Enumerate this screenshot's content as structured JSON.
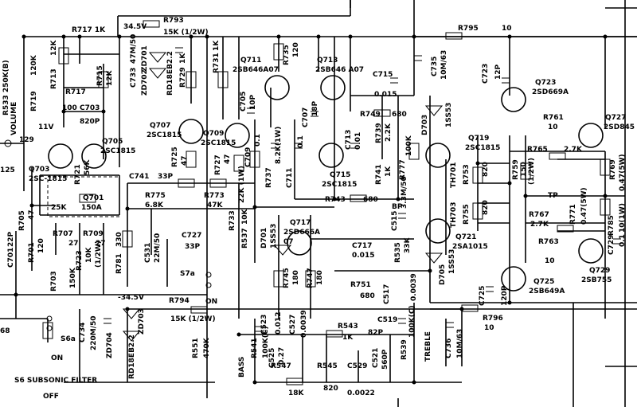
{
  "labels": [
    {
      "id": "r717a",
      "text": "R717  1K"
    },
    {
      "id": "v345top",
      "text": "34.5V"
    },
    {
      "id": "r793",
      "text": "R793"
    },
    {
      "id": "r793v",
      "text": "15K (1/2W)"
    },
    {
      "id": "r795",
      "text": "R795"
    },
    {
      "id": "r795v",
      "text": "10"
    },
    {
      "id": "r533",
      "text": "R533  250K(B)"
    },
    {
      "id": "volume",
      "text": "VOLUME"
    },
    {
      "id": "r713",
      "text": "R713"
    },
    {
      "id": "r713v",
      "text": "12K"
    },
    {
      "id": "r719",
      "text": "R719"
    },
    {
      "id": "r719v",
      "text": "120K"
    },
    {
      "id": "r717b",
      "text": "R717"
    },
    {
      "id": "r717bv",
      "text": "100"
    },
    {
      "id": "c703",
      "text": "C703"
    },
    {
      "id": "r715",
      "text": "R715"
    },
    {
      "id": "r715v",
      "text": "12K"
    },
    {
      "id": "c703v",
      "text": "820P"
    },
    {
      "id": "c733",
      "text": "C733"
    },
    {
      "id": "c733v",
      "text": "47M/50"
    },
    {
      "id": "zd701",
      "text": "ZD701"
    },
    {
      "id": "zd702",
      "text": "ZD702"
    },
    {
      "id": "rd",
      "text": "RD18EB2.2"
    },
    {
      "id": "r729",
      "text": "R729"
    },
    {
      "id": "r729v",
      "text": "1K"
    },
    {
      "id": "r731",
      "text": "R731"
    },
    {
      "id": "r731v",
      "text": "1K"
    },
    {
      "id": "q711",
      "text": "Q711"
    },
    {
      "id": "q711v",
      "text": "2SB646A07"
    },
    {
      "id": "r735",
      "text": "R735"
    },
    {
      "id": "r735v",
      "text": "120"
    },
    {
      "id": "q713",
      "text": "Q713"
    },
    {
      "id": "q713v",
      "text": "2SB646  A07"
    },
    {
      "id": "c715",
      "text": "C715"
    },
    {
      "id": "c715v",
      "text": "0.015"
    },
    {
      "id": "c735",
      "text": "C735"
    },
    {
      "id": "c735v",
      "text": "10M/63"
    },
    {
      "id": "c723",
      "text": "C723"
    },
    {
      "id": "c723v",
      "text": "12P"
    },
    {
      "id": "q723",
      "text": "Q723"
    },
    {
      "id": "q723v",
      "text": "2SD669A"
    },
    {
      "id": "q727",
      "text": "Q727"
    },
    {
      "id": "q727v",
      "text": "2SD845"
    },
    {
      "id": "r761",
      "text": "R761"
    },
    {
      "id": "r761v",
      "text": "10"
    },
    {
      "id": "q703",
      "text": "Q703"
    },
    {
      "id": "q703v",
      "text": "2SC-1815"
    },
    {
      "id": "q705",
      "text": "Q705"
    },
    {
      "id": "q705v",
      "text": "2SC1815"
    },
    {
      "id": "q707",
      "text": "Q707"
    },
    {
      "id": "q707v",
      "text": "2SC1815"
    },
    {
      "id": "q709",
      "text": "Q709"
    },
    {
      "id": "q709v",
      "text": "2SC1815"
    },
    {
      "id": "c705",
      "text": "C705"
    },
    {
      "id": "c705v",
      "text": "10P"
    },
    {
      "id": "c707",
      "text": "C707"
    },
    {
      "id": "c707v",
      "text": "18P"
    },
    {
      "id": "r749",
      "text": "R749"
    },
    {
      "id": "r749v",
      "text": "680"
    },
    {
      "id": "d703",
      "text": "D703"
    },
    {
      "id": "d703v",
      "text": "1SS53"
    },
    {
      "id": "q719",
      "text": "Q719"
    },
    {
      "id": "q719v",
      "text": "2SC1815"
    },
    {
      "id": "r765",
      "text": "R765"
    },
    {
      "id": "r765v",
      "text": "2.7K"
    },
    {
      "id": "r721",
      "text": "R721"
    },
    {
      "id": "r721v",
      "text": "56K"
    },
    {
      "id": "r725",
      "text": "R725"
    },
    {
      "id": "r725v",
      "text": "47"
    },
    {
      "id": "r727",
      "text": "R727"
    },
    {
      "id": "r727v",
      "text": "47"
    },
    {
      "id": "c709",
      "text": "C709"
    },
    {
      "id": "c709v",
      "text": "0.1"
    },
    {
      "id": "r737",
      "text": "R737"
    },
    {
      "id": "r737v",
      "text": "8.2K(1W)"
    },
    {
      "id": "c711",
      "text": "C711"
    },
    {
      "id": "c711v",
      "text": "0.1"
    },
    {
      "id": "c713",
      "text": "C713"
    },
    {
      "id": "c713v",
      "text": "0.01"
    },
    {
      "id": "r739",
      "text": "R739"
    },
    {
      "id": "r739v",
      "text": "2.2K"
    },
    {
      "id": "r741",
      "text": "R741"
    },
    {
      "id": "r741v",
      "text": "1K"
    },
    {
      "id": "q715",
      "text": "Q715"
    },
    {
      "id": "q715v",
      "text": "2SC1815"
    },
    {
      "id": "r777",
      "text": "R777"
    },
    {
      "id": "r777v",
      "text": "100K"
    },
    {
      "id": "th701",
      "text": "TH701"
    },
    {
      "id": "r753",
      "text": "R753"
    },
    {
      "id": "r753v",
      "text": "820"
    },
    {
      "id": "r759",
      "text": "R759"
    },
    {
      "id": "r759v",
      "text": "150"
    },
    {
      "id": "r759w",
      "text": "(1/2W)"
    },
    {
      "id": "r769",
      "text": "R769"
    },
    {
      "id": "r769v",
      "text": "0.47(5W)"
    },
    {
      "id": "v11",
      "text": "11V"
    },
    {
      "id": "n129",
      "text": "129"
    },
    {
      "id": "n125",
      "text": "125"
    },
    {
      "id": "q701",
      "text": "Q701"
    },
    {
      "id": "q701v",
      "text": "150A"
    },
    {
      "id": "k25",
      "text": "25K"
    },
    {
      "id": "c741",
      "text": "C741"
    },
    {
      "id": "c741v",
      "text": "33P"
    },
    {
      "id": "r775",
      "text": "R775"
    },
    {
      "id": "r775v",
      "text": "6.8K"
    },
    {
      "id": "r773",
      "text": "R773"
    },
    {
      "id": "r773v",
      "text": "47K"
    },
    {
      "id": "r733",
      "text": "R733"
    },
    {
      "id": "r733v",
      "text": "22K (1W)"
    },
    {
      "id": "r743",
      "text": "R743"
    },
    {
      "id": "r743v",
      "text": "680"
    },
    {
      "id": "bp",
      "text": "BP"
    },
    {
      "id": "c515",
      "text": "C515"
    },
    {
      "id": "c515v",
      "text": "3.3M/50"
    },
    {
      "id": "th703",
      "text": "TH703"
    },
    {
      "id": "r755",
      "text": "R755"
    },
    {
      "id": "r755v",
      "text": "820"
    },
    {
      "id": "tp",
      "text": "TP"
    },
    {
      "id": "r771",
      "text": "R771"
    },
    {
      "id": "r771v",
      "text": "0.47(5W)"
    },
    {
      "id": "r785",
      "text": "R785"
    },
    {
      "id": "r785v",
      "text": "10(1W)"
    },
    {
      "id": "r705",
      "text": "R705"
    },
    {
      "id": "r705v",
      "text": "47"
    },
    {
      "id": "r707",
      "text": "R707"
    },
    {
      "id": "r707v",
      "text": "27"
    },
    {
      "id": "r709",
      "text": "R709"
    },
    {
      "id": "r709v",
      "text": "27"
    },
    {
      "id": "q717",
      "text": "Q717"
    },
    {
      "id": "q717v",
      "text": "2SD666A"
    },
    {
      "id": "q717b",
      "text": "07"
    },
    {
      "id": "r767",
      "text": "R767"
    },
    {
      "id": "r767v",
      "text": "2.7K"
    },
    {
      "id": "q721",
      "text": "Q721"
    },
    {
      "id": "q721v",
      "text": "2SA1015"
    },
    {
      "id": "c727",
      "text": "C727"
    },
    {
      "id": "c727v",
      "text": "33P"
    },
    {
      "id": "c531",
      "text": "C531"
    },
    {
      "id": "c531v",
      "text": "22M/50"
    },
    {
      "id": "r723",
      "text": "R723"
    },
    {
      "id": "r723v",
      "text": "10K"
    },
    {
      "id": "r723w",
      "text": "(1/2W)"
    },
    {
      "id": "r781",
      "text": "R781"
    },
    {
      "id": "r781v",
      "text": "330"
    },
    {
      "id": "d701",
      "text": "D701"
    },
    {
      "id": "d701v",
      "text": "1SS53"
    },
    {
      "id": "r537",
      "text": "R537"
    },
    {
      "id": "r537v",
      "text": "10K"
    },
    {
      "id": "r745",
      "text": "R745"
    },
    {
      "id": "r745v",
      "text": "180"
    },
    {
      "id": "r747",
      "text": "R747"
    },
    {
      "id": "r747v",
      "text": "180"
    },
    {
      "id": "c717",
      "text": "C717"
    },
    {
      "id": "c717v",
      "text": "0.015"
    },
    {
      "id": "r535",
      "text": "R535"
    },
    {
      "id": "r535v",
      "text": "33K"
    },
    {
      "id": "d705",
      "text": "D705"
    },
    {
      "id": "d705v",
      "text": "1SS53"
    },
    {
      "id": "r763",
      "text": "R763"
    },
    {
      "id": "r763v",
      "text": "10"
    },
    {
      "id": "q729",
      "text": "Q729"
    },
    {
      "id": "q729v",
      "text": "2SB755"
    },
    {
      "id": "c729",
      "text": "C729"
    },
    {
      "id": "c729v",
      "text": "0.1"
    },
    {
      "id": "c701",
      "text": "C701"
    },
    {
      "id": "c701v",
      "text": "22P"
    },
    {
      "id": "r701",
      "text": "R701"
    },
    {
      "id": "r701v",
      "text": "120"
    },
    {
      "id": "r703",
      "text": "R703"
    },
    {
      "id": "r703v",
      "text": "150K"
    },
    {
      "id": "s7a",
      "text": "S7a"
    },
    {
      "id": "on1",
      "text": "ON"
    },
    {
      "id": "r751",
      "text": "R751"
    },
    {
      "id": "r751v",
      "text": "680"
    },
    {
      "id": "c517",
      "text": "C517"
    },
    {
      "id": "c517v",
      "text": "0.0039"
    },
    {
      "id": "c725",
      "text": "C725"
    },
    {
      "id": "c725v",
      "text": "120P"
    },
    {
      "id": "q725",
      "text": "Q725"
    },
    {
      "id": "q725v",
      "text": "2SB649A"
    },
    {
      "id": "vneg",
      "text": "-34.5V"
    },
    {
      "id": "r794",
      "text": "R794"
    },
    {
      "id": "r794v",
      "text": "15K (1/2W)"
    },
    {
      "id": "r796",
      "text": "R796"
    },
    {
      "id": "r796v",
      "text": "10"
    },
    {
      "id": "n68",
      "text": "68"
    },
    {
      "id": "s6a",
      "text": "S6a"
    },
    {
      "id": "on2",
      "text": "ON"
    },
    {
      "id": "c734",
      "text": "C734"
    },
    {
      "id": "c734v",
      "text": "220M/50"
    },
    {
      "id": "zd703",
      "text": "ZD703"
    },
    {
      "id": "zd704",
      "text": "ZD704"
    },
    {
      "id": "rd2",
      "text": "RD18EB2.2"
    },
    {
      "id": "r551",
      "text": "R551"
    },
    {
      "id": "r551v",
      "text": "470K"
    },
    {
      "id": "c523",
      "text": "C523"
    },
    {
      "id": "c523v",
      "text": "0.012"
    },
    {
      "id": "c527",
      "text": "C527"
    },
    {
      "id": "c527v",
      "text": "0.0039"
    },
    {
      "id": "r543",
      "text": "R543"
    },
    {
      "id": "r543v",
      "text": "1K"
    },
    {
      "id": "c519",
      "text": "C519"
    },
    {
      "id": "c519v",
      "text": "82P"
    },
    {
      "id": "r541",
      "text": "R541"
    },
    {
      "id": "r541v",
      "text": "100K(C)"
    },
    {
      "id": "bass",
      "text": "BASS"
    },
    {
      "id": "c525",
      "text": "C525"
    },
    {
      "id": "c525v",
      "text": "0.27"
    },
    {
      "id": "r539",
      "text": "R539"
    },
    {
      "id": "r539v",
      "text": "100K(C)"
    },
    {
      "id": "c521",
      "text": "C521"
    },
    {
      "id": "c521v",
      "text": "560P"
    },
    {
      "id": "treble",
      "text": "TREBLE"
    },
    {
      "id": "c736",
      "text": "C736"
    },
    {
      "id": "c736v",
      "text": "10M/63"
    },
    {
      "id": "r547",
      "text": "R547"
    },
    {
      "id": "r545",
      "text": "R545"
    },
    {
      "id": "r545v",
      "text": "820"
    },
    {
      "id": "c529",
      "text": "C529"
    },
    {
      "id": "c529v",
      "text": "0.0022"
    },
    {
      "id": "r547v",
      "text": "18K"
    },
    {
      "id": "s6",
      "text": "S6  SUBSONIC  FILTER"
    },
    {
      "id": "off",
      "text": "OFF"
    }
  ]
}
